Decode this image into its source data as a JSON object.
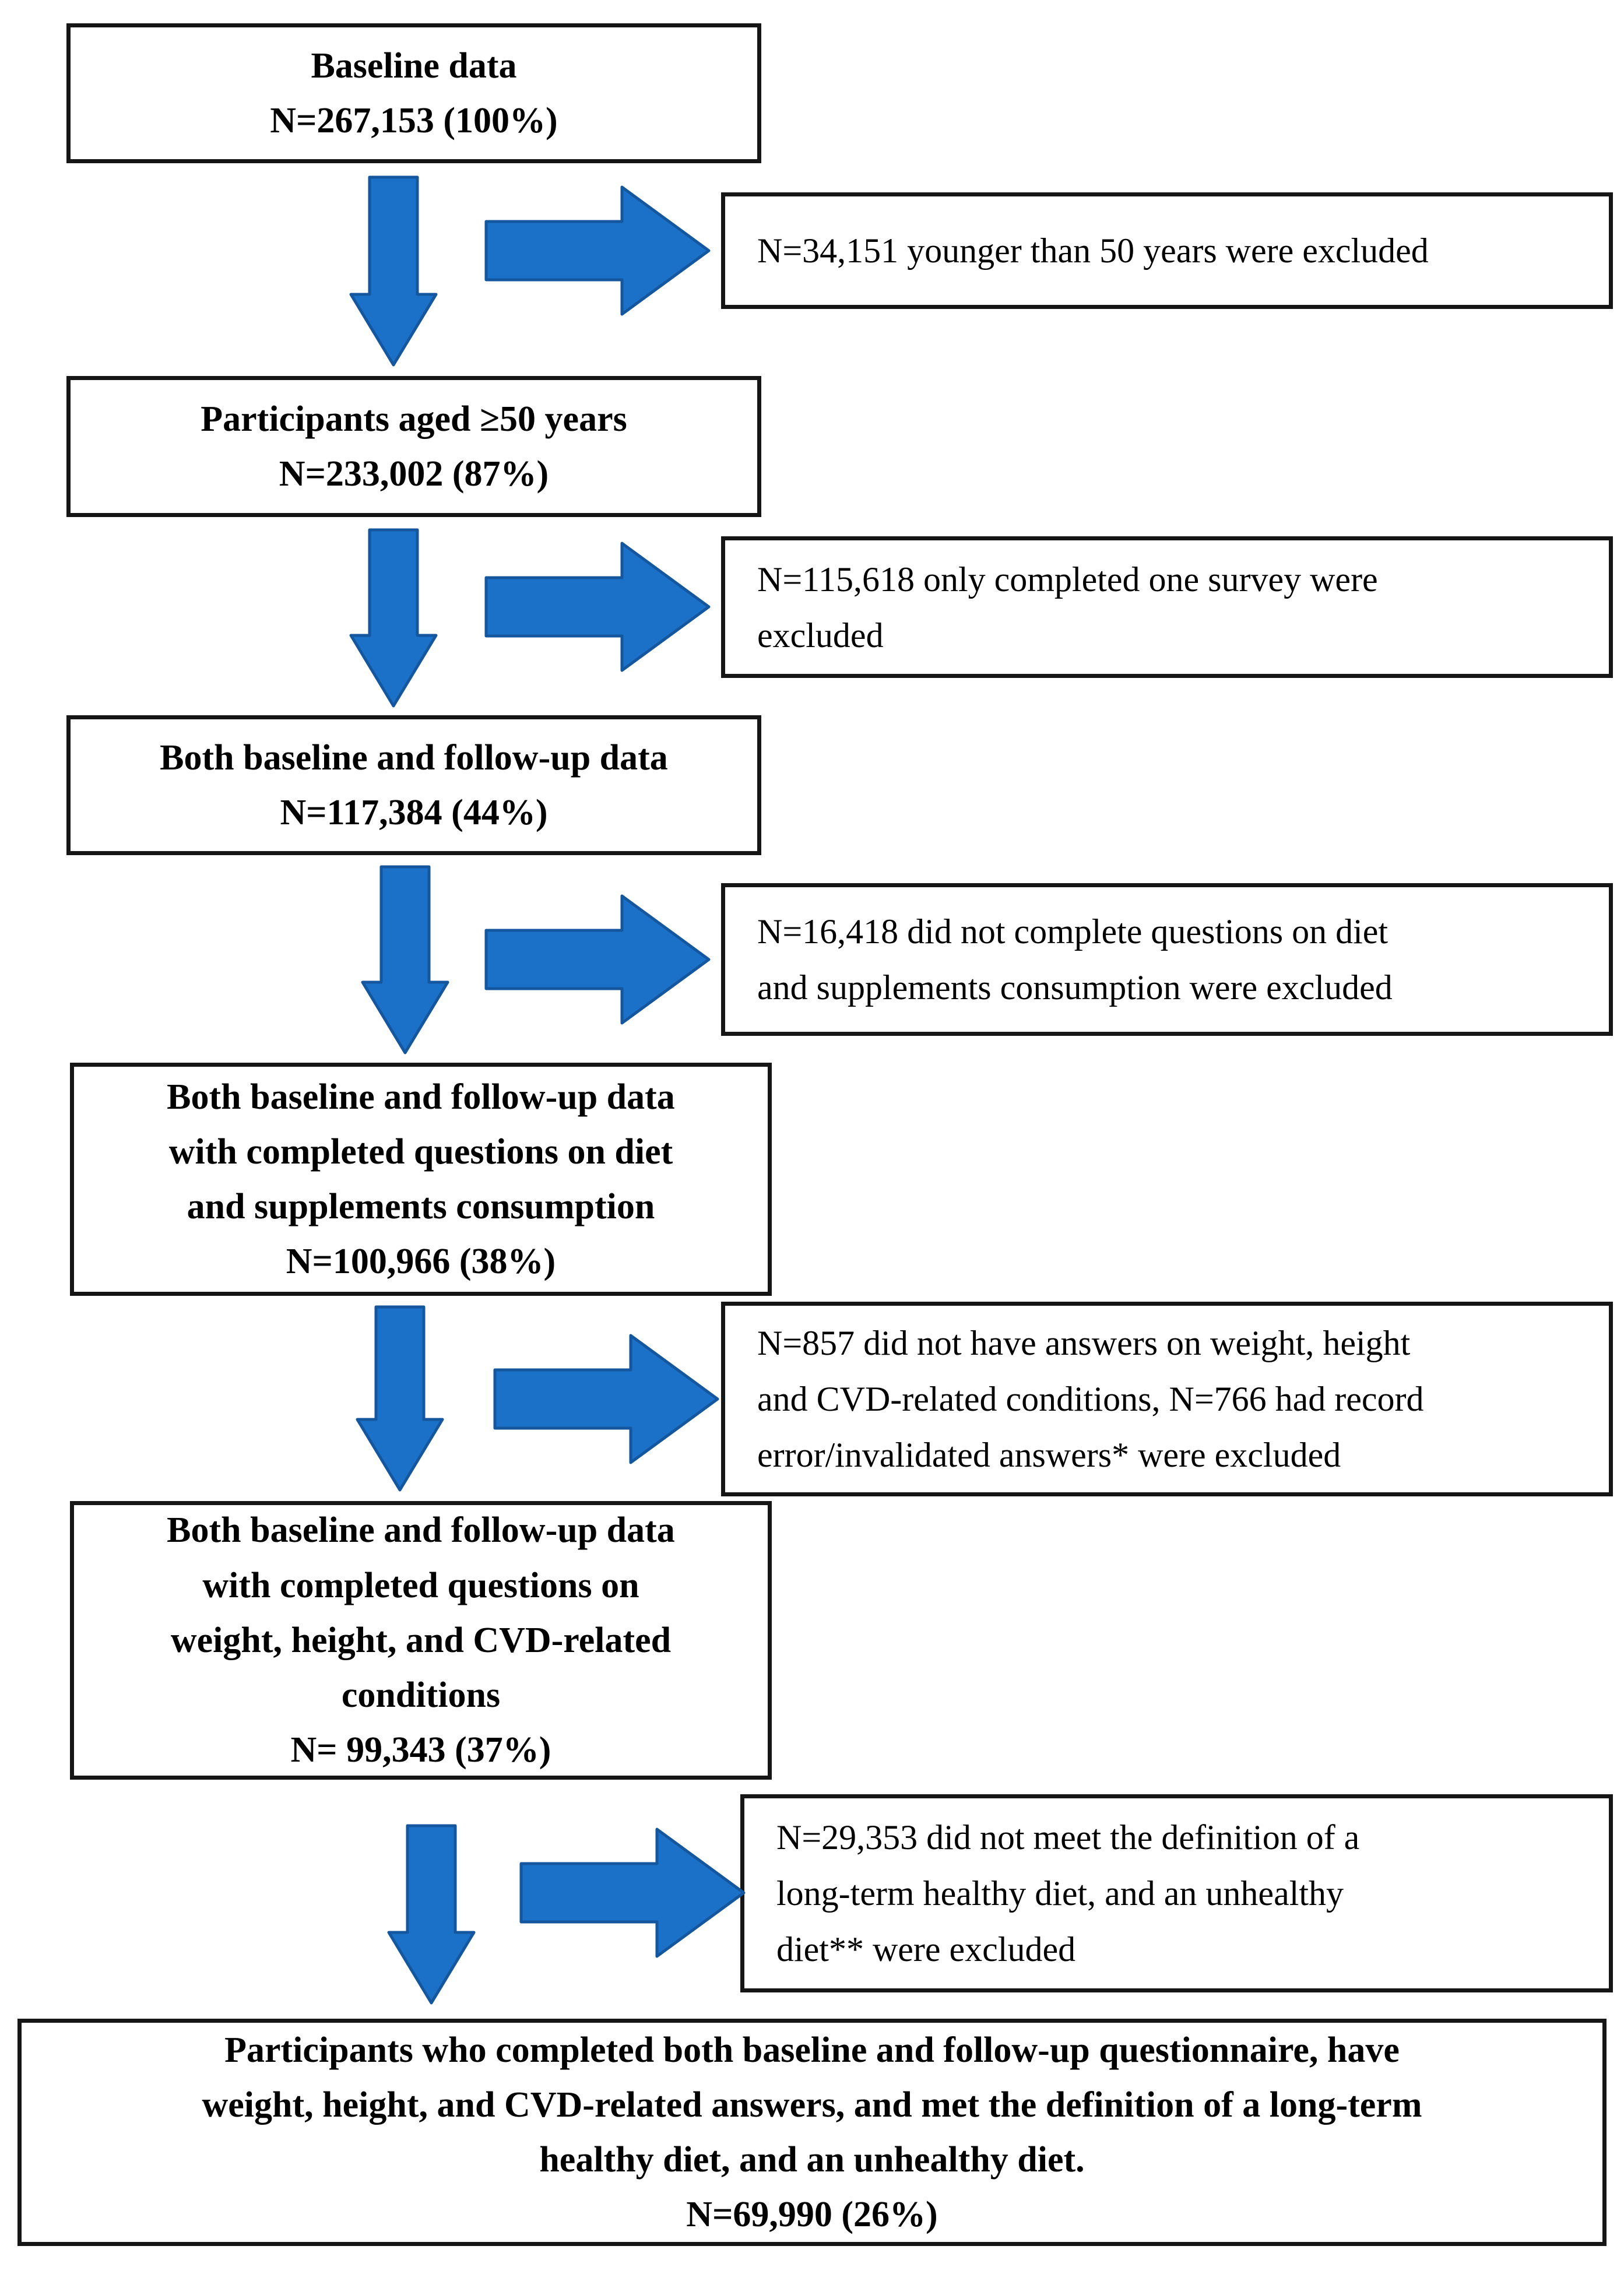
{
  "flow": {
    "steps": [
      {
        "name": "baseline",
        "text": "Baseline data\nN=267,153 (100%)"
      },
      {
        "name": "aged-50",
        "text": "Participants aged ≥50 years\nN=233,002 (87%)"
      },
      {
        "name": "baseline-followup",
        "text": "Both baseline and follow-up data\nN=117,384 (44%)"
      },
      {
        "name": "diet-supplements",
        "text": "Both baseline and follow-up data\nwith completed questions on diet\nand supplements consumption\nN=100,966 (38%)"
      },
      {
        "name": "cvd-conditions",
        "text": "Both baseline and follow-up data\nwith completed questions on\nweight, height, and CVD-related\nconditions\nN= 99,343 (37%)"
      },
      {
        "name": "final-sample",
        "text": "Participants who completed both baseline and follow-up questionnaire, have\nweight, height, and CVD-related answers, and met the definition of a long-term\nhealthy diet, and an unhealthy diet.\nN=69,990 (26%)"
      }
    ],
    "exclusions": [
      {
        "name": "excluded-under-50",
        "text": "N=34,151 younger than 50 years were excluded"
      },
      {
        "name": "excluded-one-survey",
        "text": "N=115,618 only completed one survey were\nexcluded"
      },
      {
        "name": "excluded-diet-questions",
        "text": "N=16,418 did not complete questions on diet\nand supplements consumption were excluded"
      },
      {
        "name": "excluded-missing-answers",
        "text": "N=857 did not have answers on weight, height\nand CVD-related conditions, N=766 had record\nerror/invalidated answers* were excluded"
      },
      {
        "name": "excluded-diet-definition",
        "text": "N=29,353 did not meet the definition of a\nlong-term healthy diet, and an unhealthy\ndiet** were excluded"
      }
    ],
    "colors": {
      "arrow_fill": "#1b70c7",
      "arrow_stroke": "#15579f",
      "box_border": "#161616",
      "background": "#ffffff",
      "text": "#000000"
    }
  }
}
